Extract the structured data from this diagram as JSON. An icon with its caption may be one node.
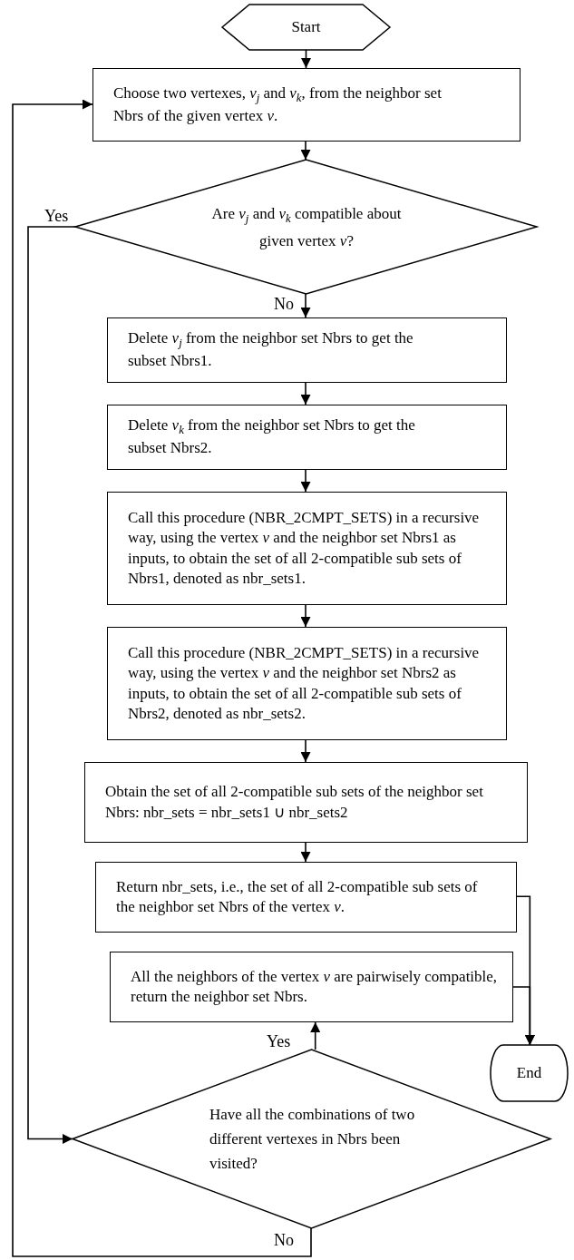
{
  "diagram": {
    "nodes": [
      {
        "text": [
          "Start"
        ]
      },
      {
        "text": [
          "Choose two vertexes, *v*$_{j}$ and *v*$_{k}$, from the neighbor set Nbrs of the given vertex *v*."
        ]
      },
      {
        "text": [
          "Are *v*$_{j}$ and *v*$_{k}$ compatible about given vertex *v*?"
        ]
      },
      {
        "text": [
          "Delete *v*$_{j}$ from the neighbor set Nbrs to get the subset Nbrs1."
        ]
      },
      {
        "text": [
          "Delete *v*$_{k}$ from the neighbor set Nbrs to get the subset Nbrs2."
        ]
      },
      {
        "text": [
          "Call this procedure (NBR_2CMPT_SETS) in a recursive way, using the vertex *v* and the neighbor set Nbrs1 as inputs, to obtain the set of all 2-compatible sub sets of Nbrs1, denoted as nbr_sets1."
        ]
      },
      {
        "text": [
          "Call this procedure (NBR_2CMPT_SETS) in a recursive way, using the vertex *v* and the neighbor set Nbrs2 as inputs, to obtain the set of all 2-compatible sub sets of Nbrs2, denoted as nbr_sets2."
        ]
      },
      {
        "text": [
          "Obtain the set of all 2-compatible sub sets of the neighbor set Nbrs: nbr_sets = nbr_sets1 ∪ nbr_sets2"
        ]
      },
      {
        "text": [
          "Return nbr_sets, i.e., the set of all 2-compatible sub sets of the neighbor set Nbrs of the vertex *v*."
        ]
      },
      {
        "text": [
          "All the neighbors of the vertex *v* are pairwisely compatible, return the neighbor set Nbrs."
        ]
      },
      {
        "text": [
          "End"
        ]
      },
      {
        "text": [
          "Have all the combinations of two different vertexes in Nbrs been visited?"
        ]
      }
    ],
    "edges": [
      {
        "from": 0,
        "to": 1,
        "arrow": "to"
      },
      {
        "from": 1,
        "to": 2,
        "arrow": "to"
      },
      {
        "from": 2,
        "to": 3,
        "arrow": "to",
        "label": "No"
      },
      {
        "from": 2,
        "to": 11,
        "arrow": "to",
        "label": "Yes"
      },
      {
        "from": 3,
        "to": 4,
        "arrow": "to"
      },
      {
        "from": 4,
        "to": 5,
        "arrow": "to"
      },
      {
        "from": 5,
        "to": 6,
        "arrow": "to"
      },
      {
        "from": 6,
        "to": 7,
        "arrow": "to"
      },
      {
        "from": 7,
        "to": 8,
        "arrow": "to"
      },
      {
        "from": 8,
        "to": 10,
        "arrow": "to"
      },
      {
        "from": 11,
        "to": 9,
        "arrow": "to",
        "label": "Yes"
      },
      {
        "from": 9,
        "to": 10,
        "arrow": "to"
      },
      {
        "from": 11,
        "to": 1,
        "arrow": "to",
        "label": "No"
      }
    ]
  }
}
